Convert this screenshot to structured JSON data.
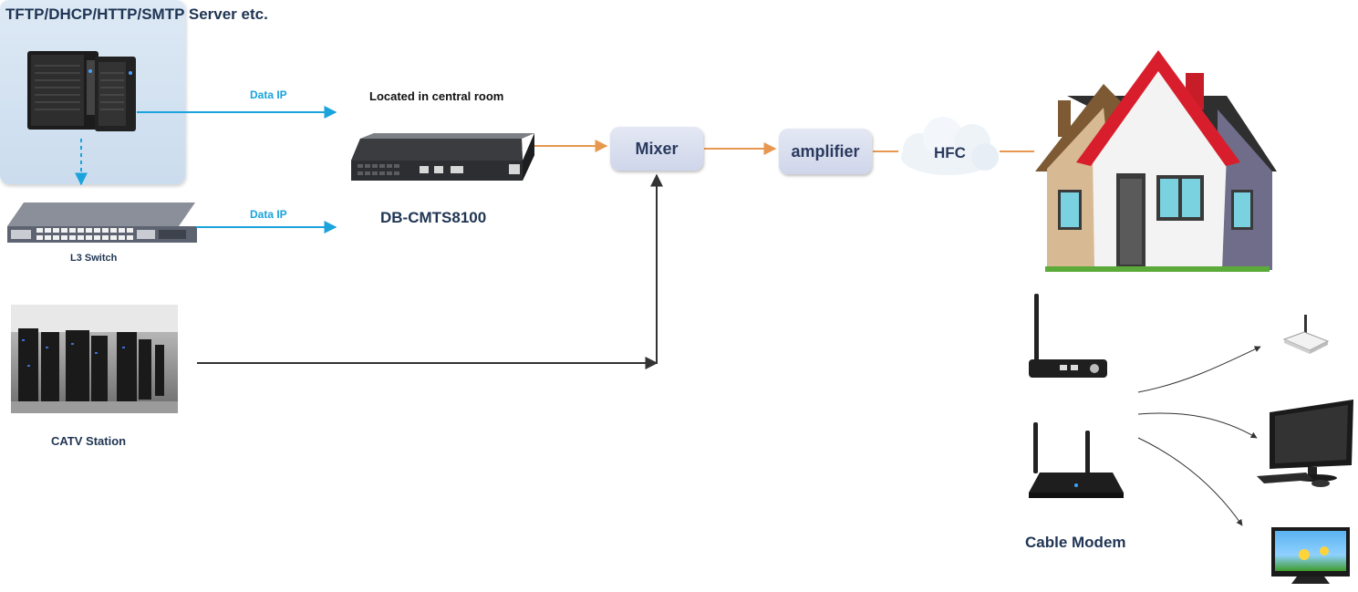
{
  "header": {
    "title": "TFTP/DHCP/HTTP/SMTP Server etc."
  },
  "links": {
    "data_ip_top": "Data IP",
    "data_ip_bottom": "Data IP"
  },
  "cmts": {
    "location_note": "Located in central room",
    "model": "DB-CMTS8100"
  },
  "nodes": {
    "switch_label": "L3 Switch",
    "catv_label": "CATV Station",
    "mixer": "Mixer",
    "amplifier": "amplifier",
    "hfc": "HFC",
    "cable_modem": "Cable Modem"
  },
  "colors": {
    "blue_link": "#1aa3dc",
    "orange_link": "#e8974f",
    "dark_link": "#333333",
    "title": "#1f3553"
  }
}
